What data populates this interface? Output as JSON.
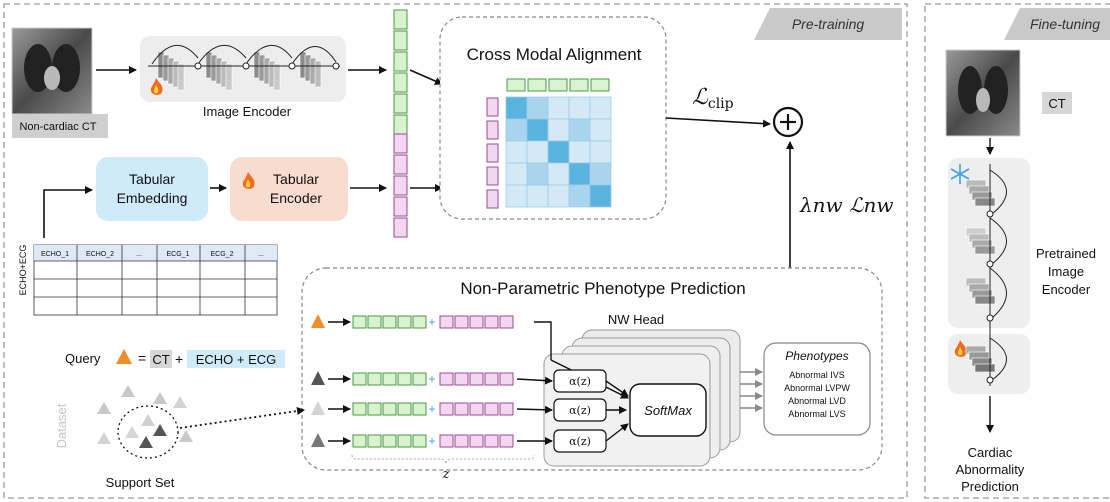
{
  "pretrain": {
    "panel_label": "Pre-training",
    "ct_label": "Non-cardiac CT",
    "image_encoder_label": "Image Encoder",
    "cross_modal_title": "Cross Modal Alignment",
    "loss_clip": "ℒclip",
    "loss_clip_main": "ℒ",
    "loss_clip_sub": "clip",
    "loss_nw": "λnw ℒnw",
    "plus_symbol": "+",
    "tabular_embedding_label_1": "Tabular",
    "tabular_embedding_label_2": "Embedding",
    "tabular_encoder_label_1": "Tabular",
    "tabular_encoder_label_2": "Encoder",
    "table_side_label": "ECHO+ECG",
    "table_headers": [
      "ECHO_1",
      "ECHO_2",
      "...",
      "ECG_1",
      "ECG_2",
      "..."
    ],
    "nonparam_title": "Non-Parametric Phenotype Prediction",
    "nw_head_label": "NW Head",
    "alpha_label": "α(z)",
    "softmax_label": "SoftMax",
    "phenotypes_title": "Phenotypes",
    "phenotypes": [
      "Abnormal IVS",
      "Abnormal LVPW",
      "Abnormal LVD",
      "Abnormal LVS"
    ],
    "query_label": "Query",
    "query_eq": "=",
    "query_ct": "CT",
    "query_plus": "+",
    "query_echo_ecg": "ECHO + ECG",
    "dataset_label": "Dataset",
    "support_set_label": "Support Set",
    "z_label": "z"
  },
  "finetune": {
    "panel_label": "Fine-tuning",
    "ct_label": "CT",
    "encoder_label": [
      "Pretrained",
      "Image",
      "Encoder"
    ],
    "output_label": [
      "Cardiac",
      "Abnormality",
      "Prediction"
    ]
  },
  "colors": {
    "green_token": "#d9f2cf",
    "pink_token": "#f3d6ef",
    "tabular_embedding_fill": "#cfeaf8",
    "tabular_encoder_fill": "#f7dccf",
    "heatmap_dark": "#5ab4e0",
    "heatmap_light": "#d3eaf6",
    "query_triangle": "#f28c28",
    "panel_label_bg": "#c9c9c9"
  }
}
